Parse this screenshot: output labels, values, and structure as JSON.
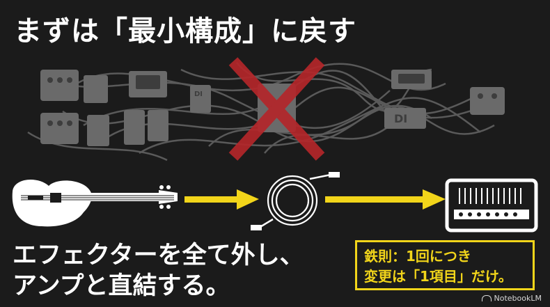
{
  "title": "まずは「最小構成」に戻す",
  "pedalboard": {
    "di_box_label": "DI",
    "di_small_label": "DI"
  },
  "bottom_text": {
    "line1": "エフェクターを全て外し、",
    "line2": "アンプと直結する。"
  },
  "rule_box": {
    "line1": "鉄則：1回につき",
    "line2": "変更は「1項目」だけ。"
  },
  "logo": "NotebookLM",
  "colors": {
    "background": "#1b1b1b",
    "accent_yellow": "#f2d51a",
    "cross_red": "#b3262a",
    "pedal_gray": "#6a6a6a"
  }
}
